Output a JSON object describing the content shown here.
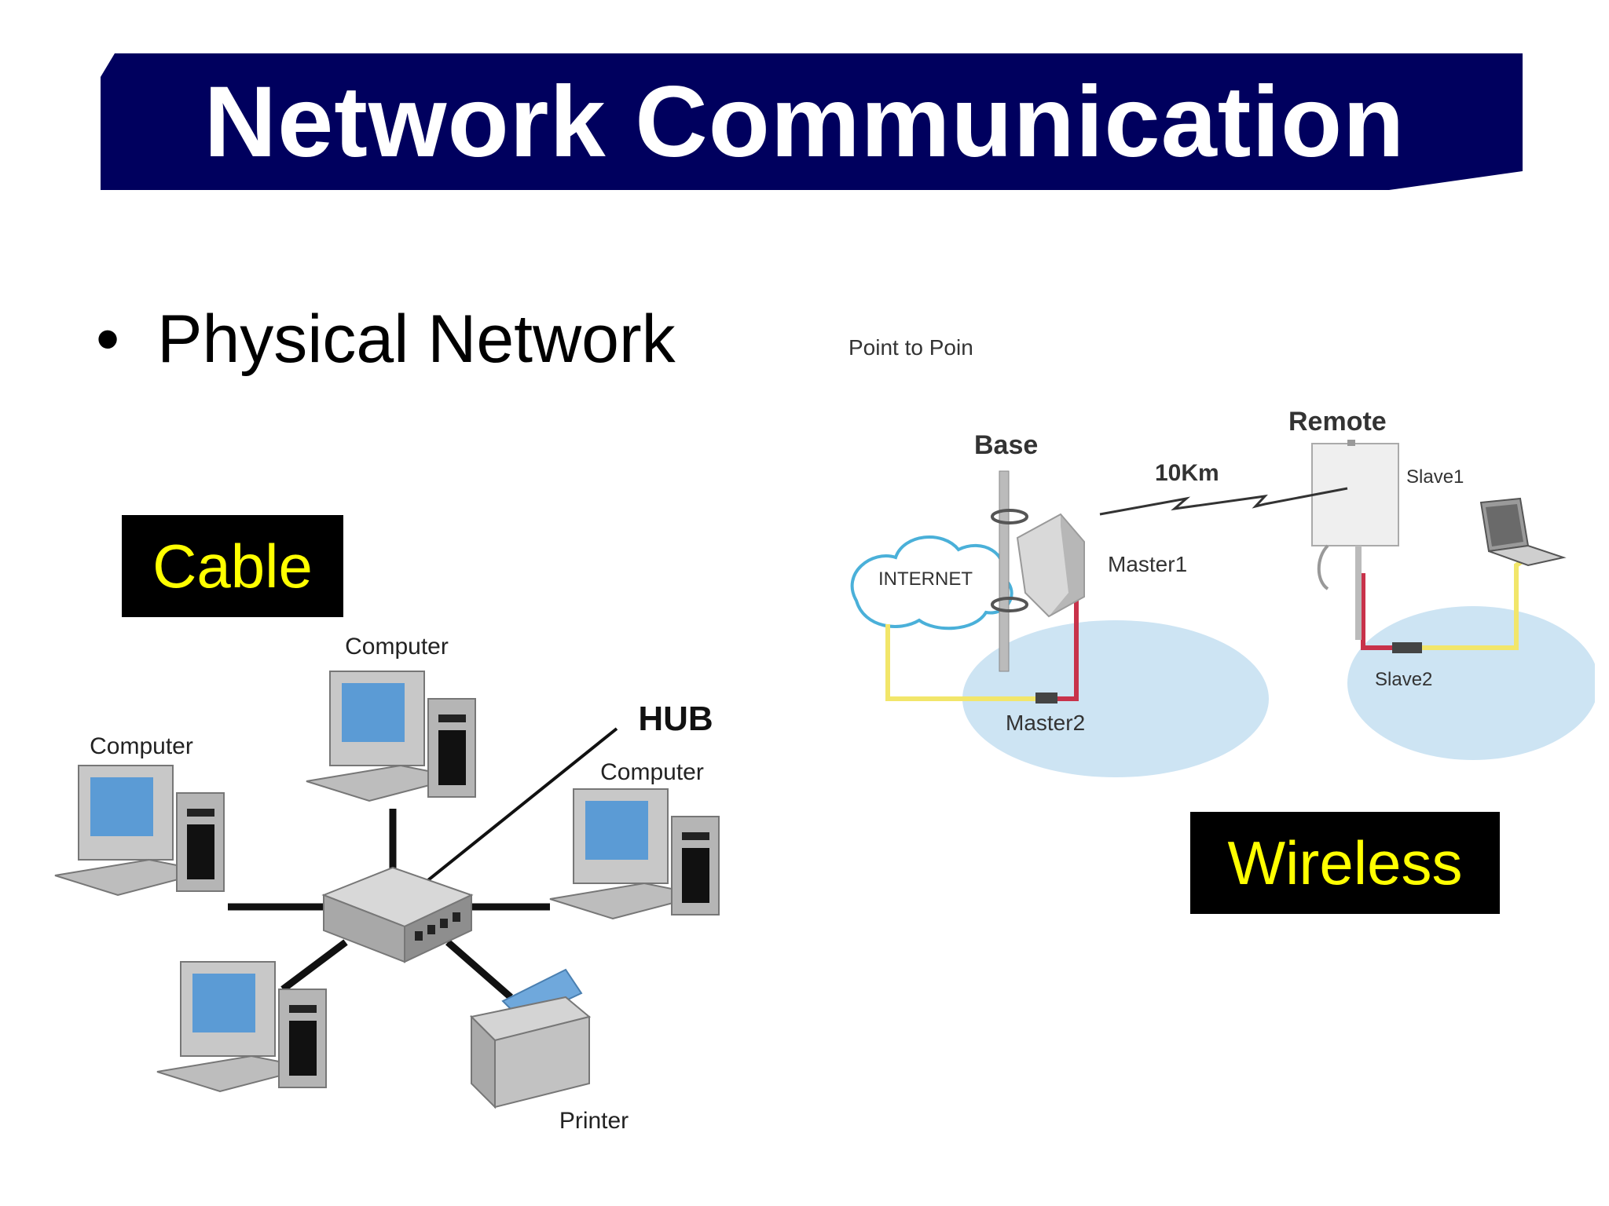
{
  "slide": {
    "title": "Network Communication",
    "bullet": "Physical Network",
    "cable_label": "Cable",
    "wireless_label": "Wireless"
  },
  "cable_diagram": {
    "computer_labels": [
      "Computer",
      "Computer",
      "Computer"
    ],
    "hub_label": "HUB",
    "printer_label": "Printer"
  },
  "wireless_diagram": {
    "heading": "Point to Poin",
    "base_label": "Base",
    "remote_label": "Remote",
    "distance_label": "10Km",
    "internet_label": "INTERNET",
    "master1_label": "Master1",
    "master2_label": "Master2",
    "slave1_label": "Slave1",
    "slave2_label": "Slave2"
  },
  "colors": {
    "banner": "#00005e",
    "tag_text": "#ffff00",
    "tag_bg": "#000000",
    "ellipse": "#cde4f3",
    "cable_yellow": "#f2e66a",
    "cable_red": "#c8324a"
  }
}
